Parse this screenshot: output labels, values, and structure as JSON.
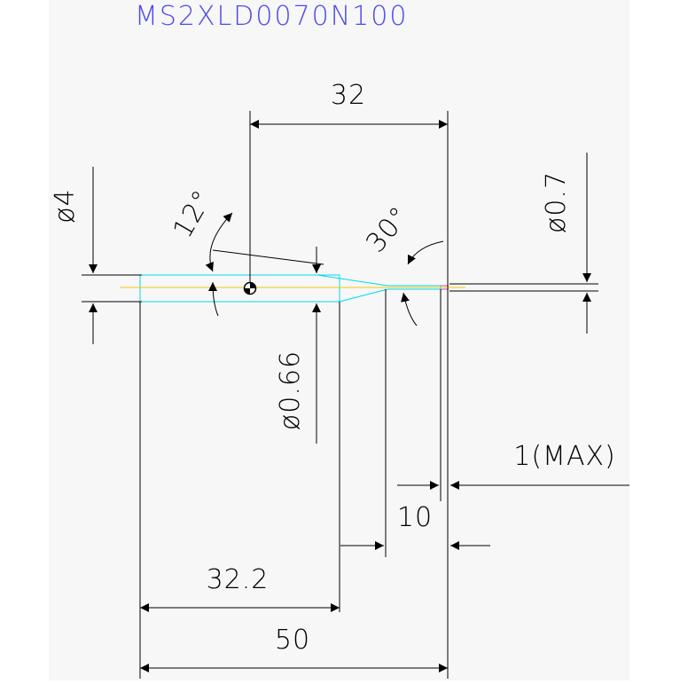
{
  "title": "MS2XLD0070N100",
  "dimensions": {
    "top_length": "32",
    "shank_dia": "ø4",
    "angle_12": "12°",
    "angle_30": "30°",
    "tip_dia": "ø0.7",
    "neck_dia": "ø0.66",
    "tip_length_max": "1(MAX)",
    "neck_length": "10",
    "body_length": "32.2",
    "overall_length": "50"
  },
  "colors": {
    "background": "#ffffff",
    "panel": "#f7f7f7",
    "dimension_line": "#000000",
    "title": "#4a4af0",
    "tool_outline": "#00d8f0",
    "centerline": "#f0c800",
    "tip_magenta": "#e040e0"
  },
  "icons": {
    "datum_marker": "center-mark-icon"
  }
}
